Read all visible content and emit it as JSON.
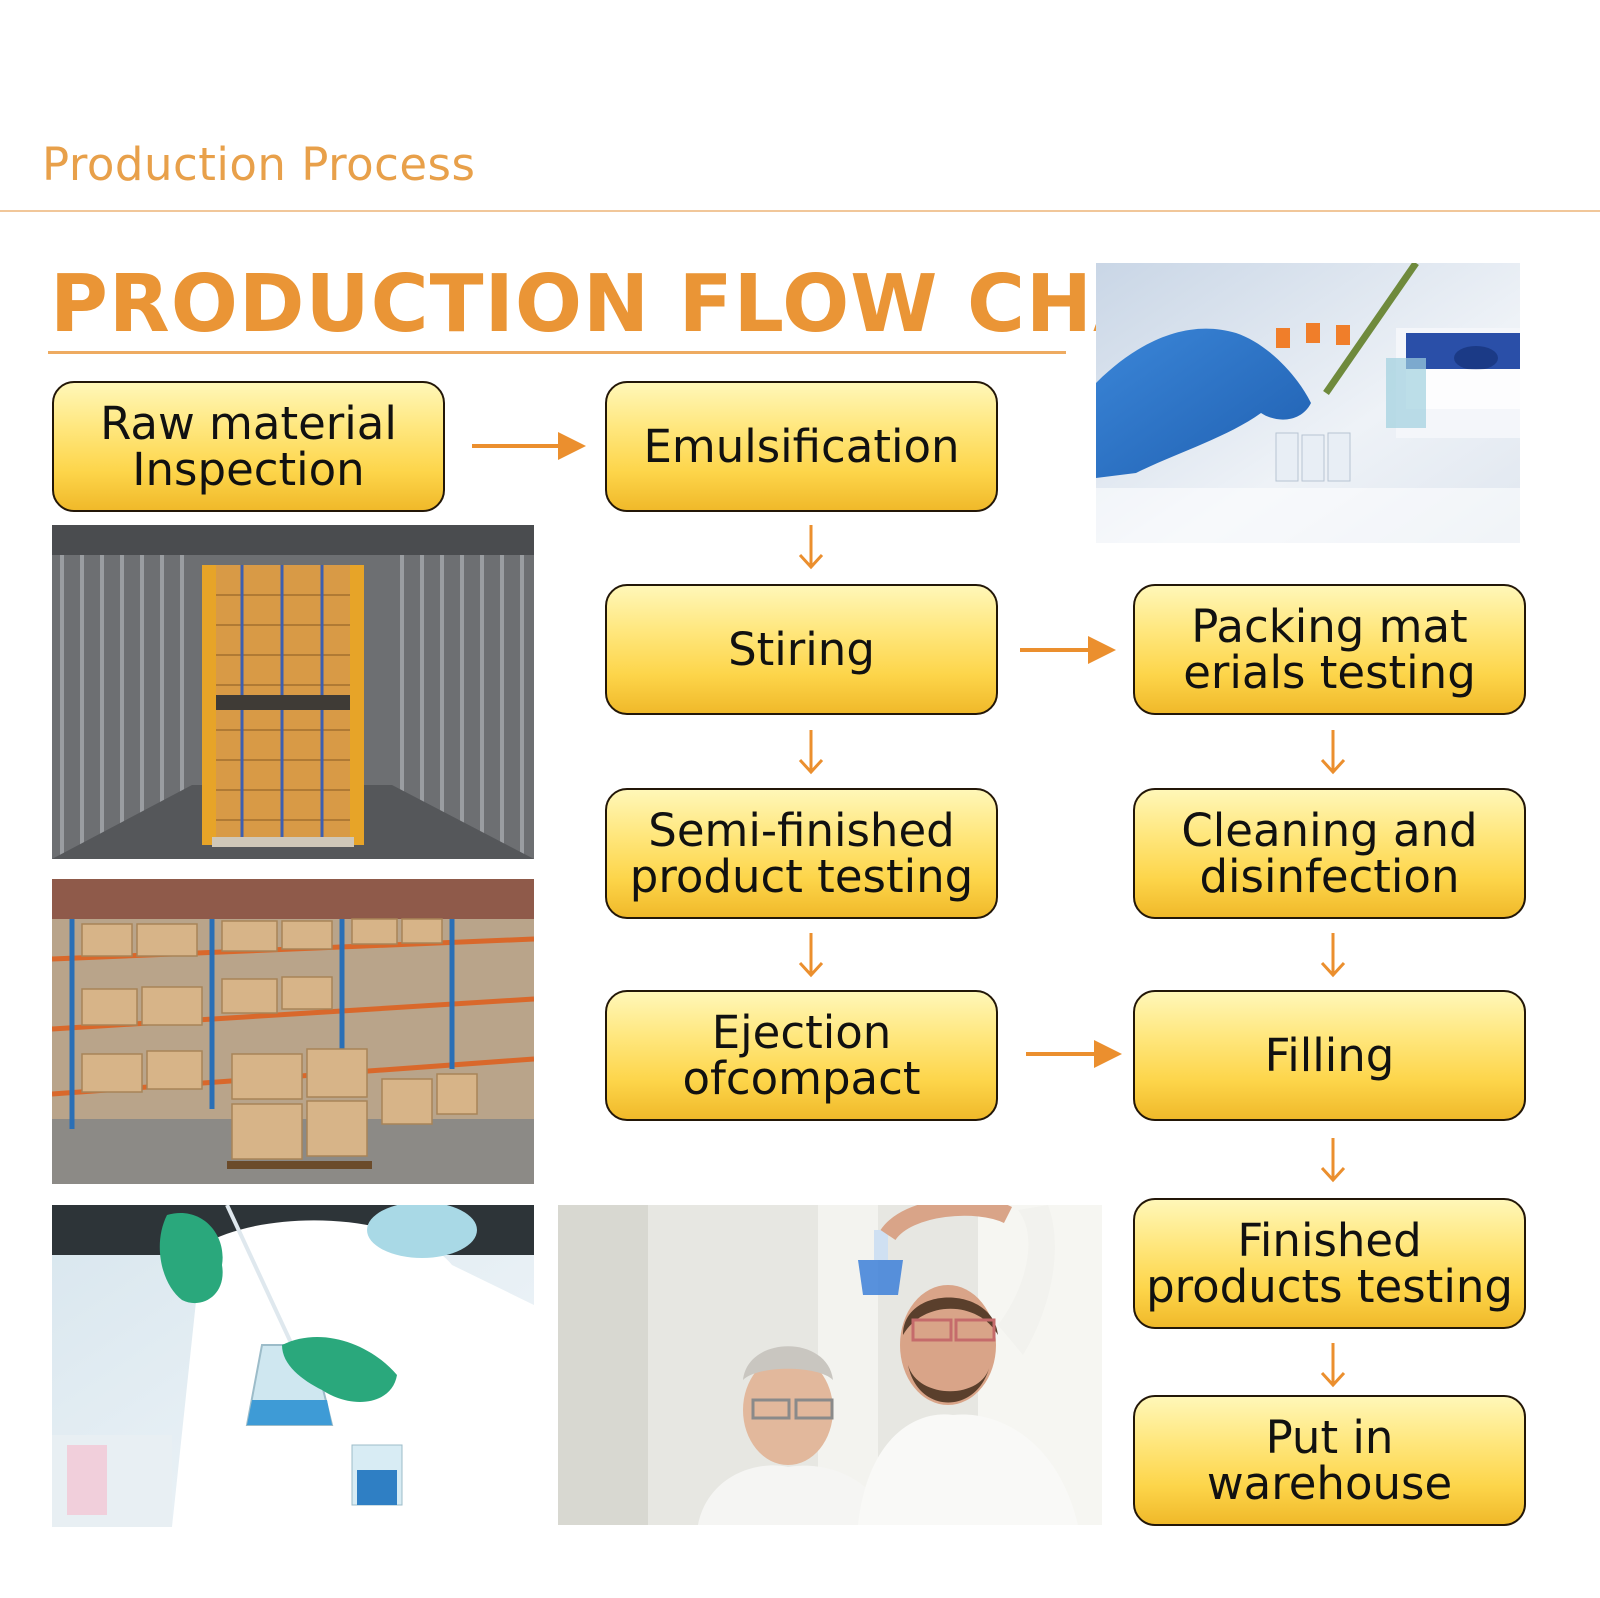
{
  "header": {
    "title": "Production Process"
  },
  "flowchart": {
    "title": "PRODUCTION FLOW CHART",
    "steps": [
      {
        "label": "Raw material\nInspection"
      },
      {
        "label": "Emulsification"
      },
      {
        "label": "Stiring"
      },
      {
        "label": "Packing mat\nerials testing"
      },
      {
        "label": "Semi-finished\nproduct testing"
      },
      {
        "label": "Cleaning and\ndisinfection"
      },
      {
        "label": "Ejection\nofcompact"
      },
      {
        "label": "Filling"
      },
      {
        "label": "Finished\nproducts testing"
      },
      {
        "label": "Put in\nwarehouse"
      }
    ]
  },
  "colors": {
    "accent": "#ea9536",
    "arrow": "#eb8f2e",
    "box_border": "#231708",
    "box_fill_top": "#fff7b8",
    "box_fill_bottom": "#f0b92a"
  },
  "photos": [
    "lab-gloved-hand-vials-photo",
    "container-loaded-pallets-photo",
    "warehouse-shelves-boxes-photo",
    "lab-beaker-pipette-photo",
    "scientists-examining-flask-photo"
  ]
}
